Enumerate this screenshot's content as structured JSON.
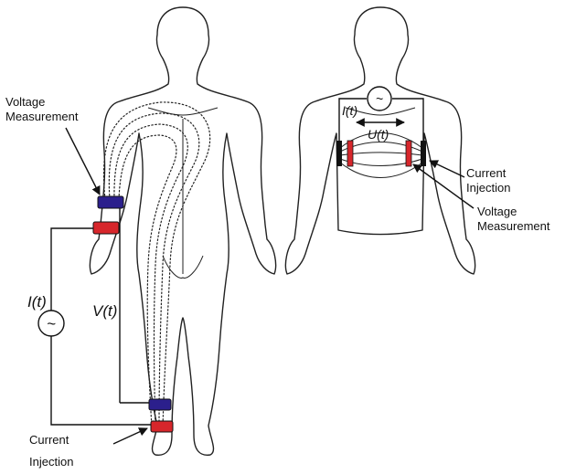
{
  "left_figure": {
    "voltage_label": "Voltage\nMeasurement",
    "current_label": "Current\nInjection",
    "current_symbol": "I(t)",
    "voltage_symbol": "V(t)",
    "source_symbol": "~"
  },
  "right_figure": {
    "current_symbol": "I(t)",
    "voltage_symbol": "U(t)",
    "source_symbol": "~",
    "current_label": "Current\nInjection",
    "voltage_label": "Voltage\nMeasurement"
  },
  "colors": {
    "voltage_electrode": "#2b1f8c",
    "current_electrode": "#d7262b",
    "line": "#222222"
  }
}
